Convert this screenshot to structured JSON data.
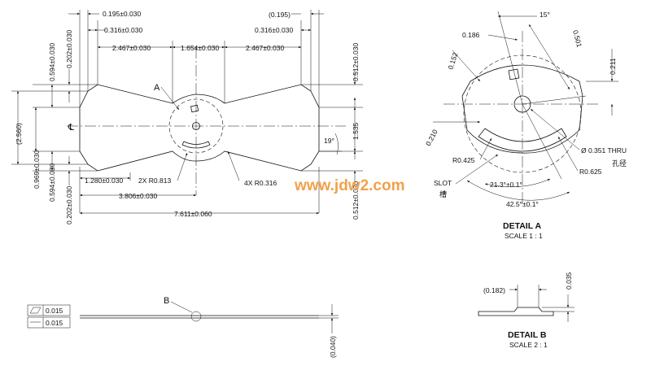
{
  "main_view": {
    "top_dims": [
      "0.195±0.030",
      "0.316±0.030",
      "2.467±0.030",
      "1.654±0.030",
      "(0.195)",
      "0.316±0.030",
      "2.467±0.030"
    ],
    "left_dims": [
      "0.202±0.030",
      "0.594±0.030",
      "(2.560)",
      "0.969±0.030",
      "0.594±0.030",
      "0.202±0.030"
    ],
    "right_dims": [
      "0.512±0.030",
      "1.535",
      "0.512±0.030"
    ],
    "angle": "19°",
    "callout_a": "A",
    "bottom_dims": [
      "1.280±0.030",
      "2X R0.813",
      "4X R0.316",
      "3.806±0.030",
      "7.611±0.060"
    ],
    "centerline_symbol": "℄"
  },
  "watermark": "www.jdw2.com",
  "detail_a": {
    "dims": [
      "15°",
      "0.186",
      "0.501",
      "0.152",
      "0.211",
      "0.210",
      "R0.425",
      "Ø 0.351 THRU",
      "孔径",
      "R0.625",
      "SLOT",
      "槽",
      "21.3°±0.1°",
      "42.5°±0.1°"
    ],
    "title": "DETAIL A",
    "scale": "SCALE 1 : 1"
  },
  "side_view": {
    "flatness": "0.015",
    "straightness": "0.015",
    "callout_b": "B",
    "thickness": "(0.040)"
  },
  "detail_b": {
    "dims": [
      "(0.182)",
      "0.035"
    ],
    "title": "DETAIL B",
    "scale": "SCALE 2 : 1"
  }
}
